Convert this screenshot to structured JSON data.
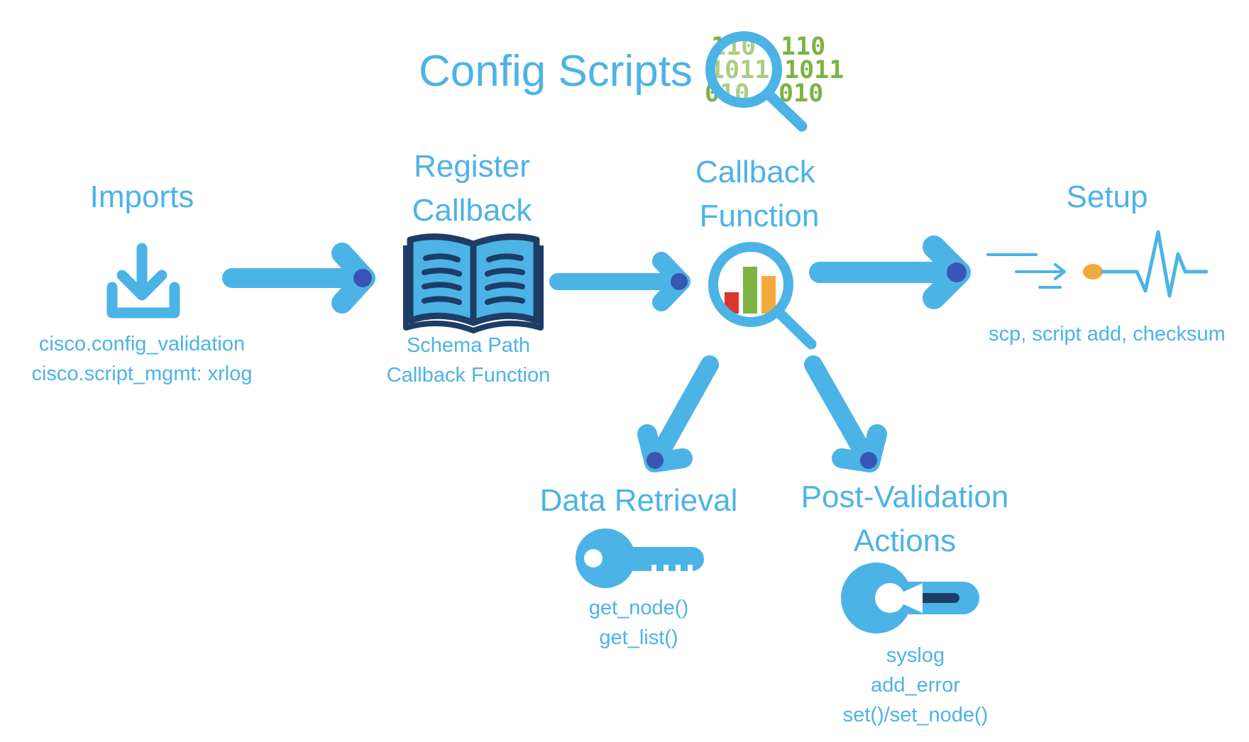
{
  "title": "Config Scripts",
  "binary_digits": [
    "110",
    "110",
    "1011",
    "1011",
    "010",
    "010"
  ],
  "colors": {
    "primary_blue": "#4cb3e6",
    "arrow_blue": "#4cb3e6",
    "arrow_head_dark": "#3a55b4",
    "book_dark": "#1e3d66",
    "book_light": "#4cb3e6",
    "bar_red": "#d9372b",
    "bar_green": "#7cb342",
    "bar_orange": "#f5a93d",
    "digit_green": "#7cb342",
    "dot_orange": "#f5a93d"
  },
  "nodes": {
    "imports": {
      "heading": "Imports",
      "icon": "download-icon",
      "details": [
        "cisco.config_validation",
        "cisco.script_mgmt: xrlog"
      ]
    },
    "register_callback": {
      "heading": [
        "Register",
        "Callback"
      ],
      "icon": "book-icon",
      "details": [
        "Schema Path",
        "Callback Function"
      ]
    },
    "callback_function": {
      "heading": [
        "Callback",
        "Function"
      ],
      "icon": "magnifier-chart-icon",
      "details": []
    },
    "setup": {
      "heading": "Setup",
      "icon": "pulse-icon",
      "details": [
        "scp, script add, checksum"
      ]
    },
    "data_retrieval": {
      "heading": "Data Retrieval",
      "icon": "key-icon",
      "details": [
        "get_node()",
        "get_list()"
      ]
    },
    "post_validation": {
      "heading": [
        "Post-Validation",
        "Actions"
      ],
      "icon": "wrench-icon",
      "details": [
        "syslog",
        "add_error",
        "set()/set_node()"
      ]
    }
  },
  "edges": [
    {
      "from": "imports",
      "to": "register_callback"
    },
    {
      "from": "register_callback",
      "to": "callback_function"
    },
    {
      "from": "callback_function",
      "to": "setup"
    },
    {
      "from": "callback_function",
      "to": "data_retrieval"
    },
    {
      "from": "callback_function",
      "to": "post_validation"
    }
  ]
}
